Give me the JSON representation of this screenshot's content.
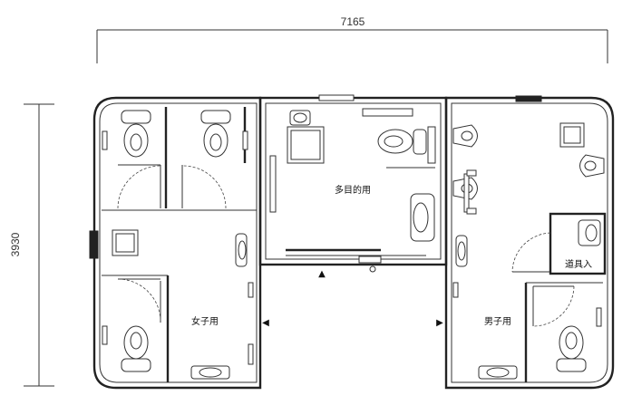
{
  "dimensions": {
    "overall_width": "7165",
    "overall_height": "3930"
  },
  "rooms": {
    "womens": "女子用",
    "multipurpose": "多目的用",
    "mens": "男子用",
    "storage": "道具入"
  },
  "entrance_markers": {
    "multipurpose": "▲",
    "womens": "◀",
    "mens": "▶"
  },
  "colors": {
    "line": "#222222",
    "background": "#ffffff"
  }
}
